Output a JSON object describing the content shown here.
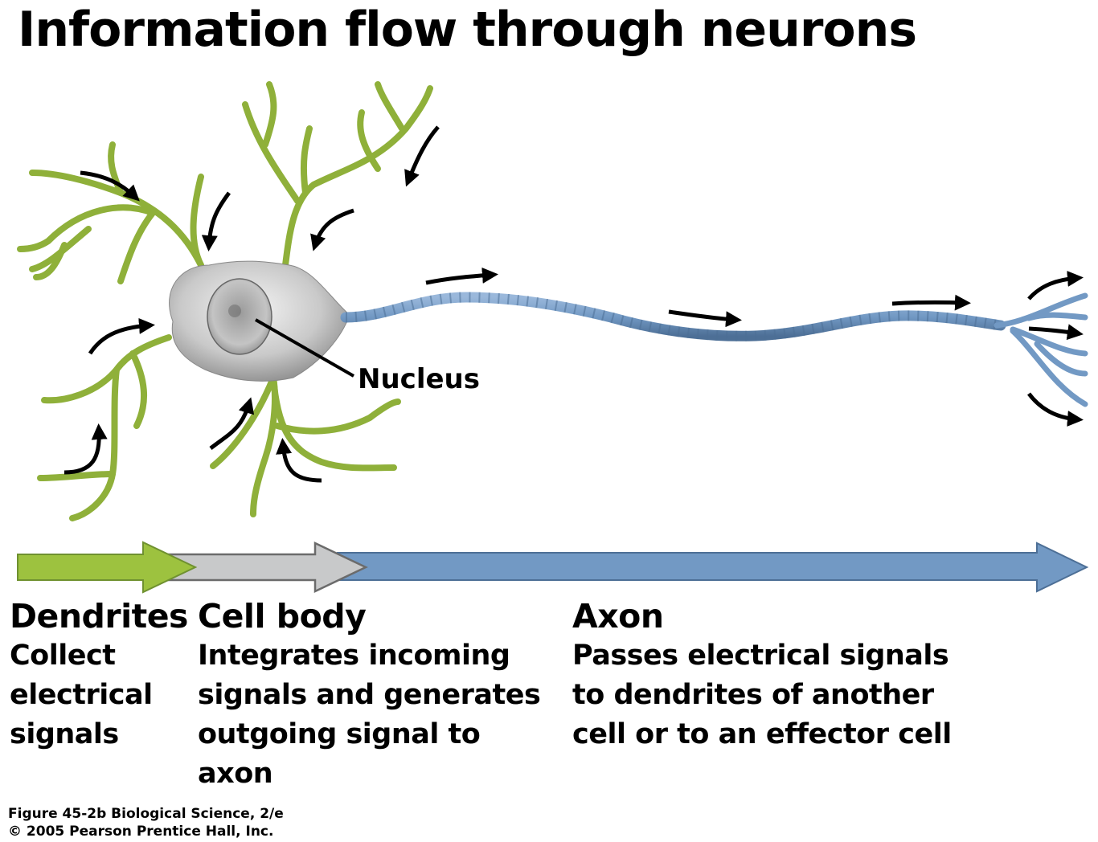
{
  "title": "Information flow through neurons",
  "colors": {
    "dendrite": "#8fb03a",
    "cell_body": "#c8c9ca",
    "axon": "#7299c4",
    "arrow": "#000000"
  },
  "diagram": {
    "callouts": [
      {
        "label": "Nucleus"
      }
    ],
    "flow_arrows": [
      {
        "name": "dendrites",
        "color_key": "dendrite"
      },
      {
        "name": "cell-body",
        "color_key": "cell_body"
      },
      {
        "name": "axon",
        "color_key": "axon"
      }
    ]
  },
  "sections": {
    "dendrites": {
      "heading": "Dendrites",
      "lines": [
        "Collect",
        "electrical",
        "signals"
      ]
    },
    "cell_body": {
      "heading": "Cell body",
      "lines": [
        "Integrates incoming",
        "signals and generates",
        "outgoing signal to",
        "axon"
      ]
    },
    "axon": {
      "heading": "Axon",
      "lines": [
        "Passes electrical signals",
        "to dendrites of another",
        "cell or to an effector cell"
      ]
    }
  },
  "caption": {
    "line1": "Figure 45-2b  Biological Science, 2/e",
    "line2": "© 2005 Pearson Prentice Hall, Inc."
  }
}
